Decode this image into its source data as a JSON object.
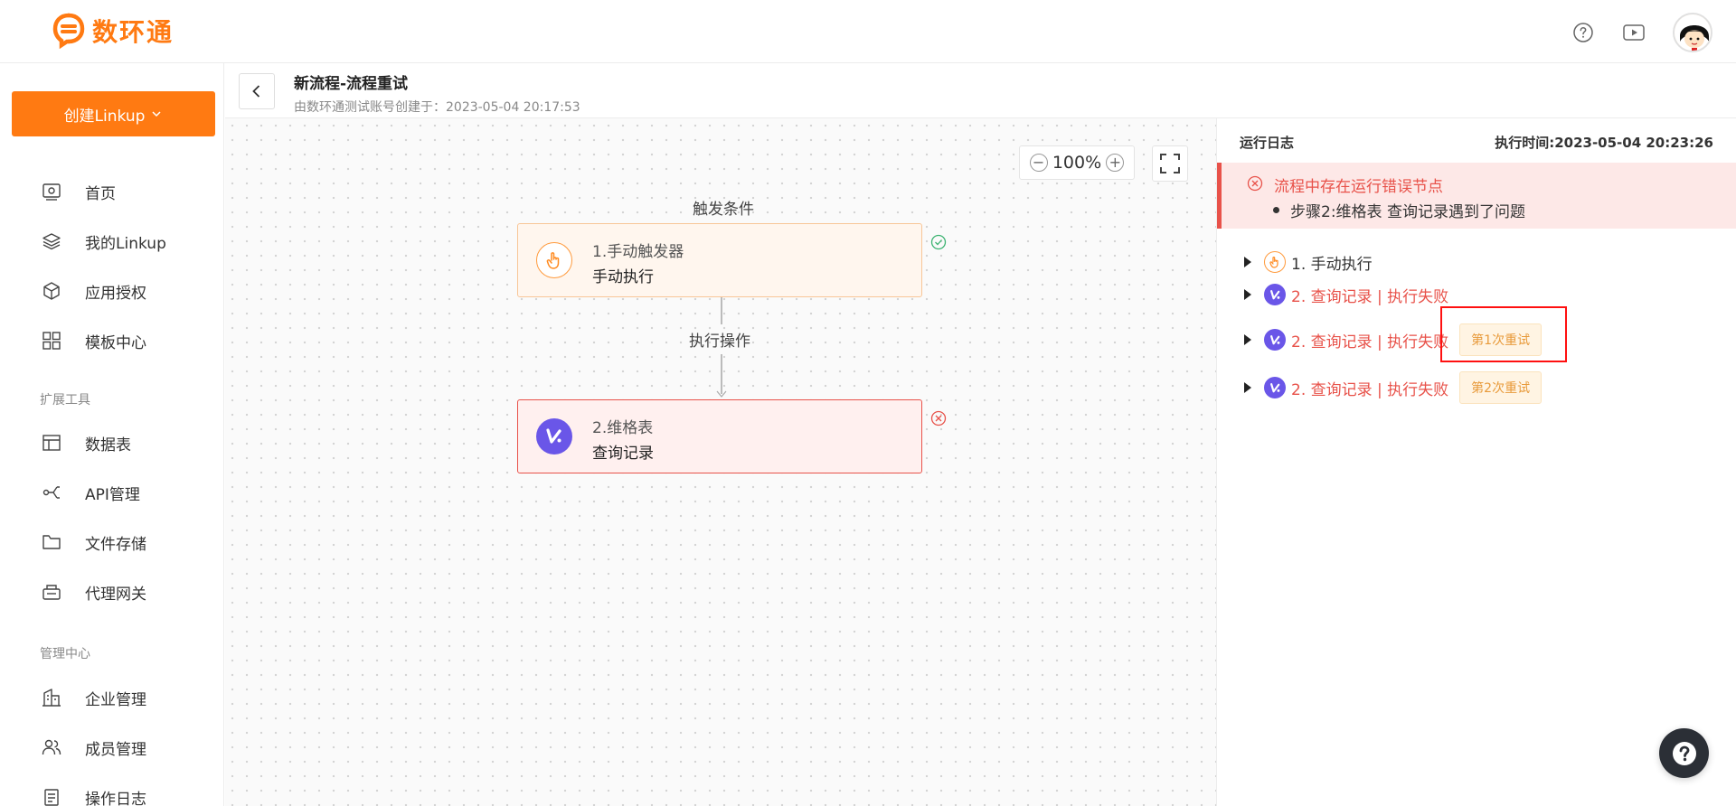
{
  "brand": {
    "name": "数环通",
    "color": "#ff7a12"
  },
  "header": {
    "help_icon": "question-circle-icon",
    "video_icon": "video-play-icon",
    "avatar": "user-avatar"
  },
  "sidebar": {
    "create_button": "创建Linkup",
    "items": [
      {
        "label": "首页",
        "icon": "home-icon"
      },
      {
        "label": "我的Linkup",
        "icon": "layers-icon"
      },
      {
        "label": "应用授权",
        "icon": "cube-icon"
      },
      {
        "label": "模板中心",
        "icon": "grid-icon"
      }
    ],
    "group_tools": "扩展工具",
    "tools": [
      {
        "label": "数据表",
        "icon": "table-icon"
      },
      {
        "label": "API管理",
        "icon": "api-icon"
      },
      {
        "label": "文件存储",
        "icon": "folder-icon"
      },
      {
        "label": "代理网关",
        "icon": "gateway-icon"
      }
    ],
    "group_admin": "管理中心",
    "admin": [
      {
        "label": "企业管理",
        "icon": "building-icon"
      },
      {
        "label": "成员管理",
        "icon": "users-icon"
      },
      {
        "label": "操作日志",
        "icon": "log-icon"
      }
    ]
  },
  "subheader": {
    "title": "新流程-流程重试",
    "subtitle": "由数环通测试账号创建于：2023-05-04 20:17:53"
  },
  "canvas": {
    "zoom": "100%",
    "trigger_label": "触发条件",
    "action_label": "执行操作",
    "nodes": [
      {
        "title": "1.手动触发器",
        "subtitle": "手动执行",
        "status": "success"
      },
      {
        "title": "2.维格表",
        "subtitle": "查询记录",
        "status": "error"
      }
    ]
  },
  "log": {
    "title": "运行日志",
    "exec_time": "执行时间:2023-05-04 20:23:26",
    "error_title": "流程中存在运行错误节点",
    "error_detail": "步骤2:维格表 查询记录遇到了问题",
    "rows": [
      {
        "text": "1. 手动执行",
        "status": "ok",
        "badge": ""
      },
      {
        "text": "2. 查询记录 | 执行失败",
        "status": "fail",
        "badge": ""
      },
      {
        "text": "2. 查询记录 | 执行失败",
        "status": "fail",
        "badge": "第1次重试"
      },
      {
        "text": "2. 查询记录 | 执行失败",
        "status": "fail",
        "badge": "第2次重试"
      }
    ],
    "error_color": "#e8524a",
    "badge_color": "#e89a3a"
  }
}
